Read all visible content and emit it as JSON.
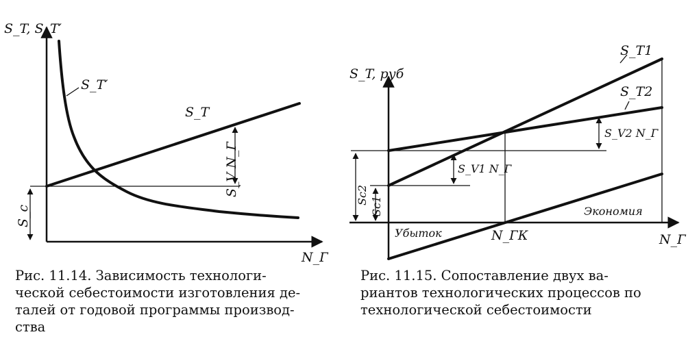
{
  "fig1": {
    "y_axis_label": "S_T, S_T′",
    "x_axis_label": "N_Г",
    "curve_label": "S_T′",
    "line_label": "S_T",
    "intercept_label": "S_c",
    "variable_label": "S_V N_Г"
  },
  "fig2": {
    "y_axis_label": "S_T, руб",
    "x_axis_label": "N_Г",
    "line1_label": "S_T1",
    "line2_label": "S_T2",
    "sc1_label": "Sc1",
    "sc2_label": "Sc2",
    "sv1_label": "S_V1 N_Г",
    "sv2_label": "S_V2 N_Г",
    "critical_label": "N_ГК",
    "loss_label": "Убыток",
    "savings_label": "Экономия"
  },
  "captions": {
    "fig1": [
      "Рис. 11.14. Зависимость технологи-",
      "ческой себестоимости изготовления де-",
      "талей от годовой программы производ-",
      "ства"
    ],
    "fig2": [
      "Рис. 11.15. Сопоставление двух ва-",
      "риантов технологических процессов по",
      "технологической себестоимости"
    ]
  }
}
